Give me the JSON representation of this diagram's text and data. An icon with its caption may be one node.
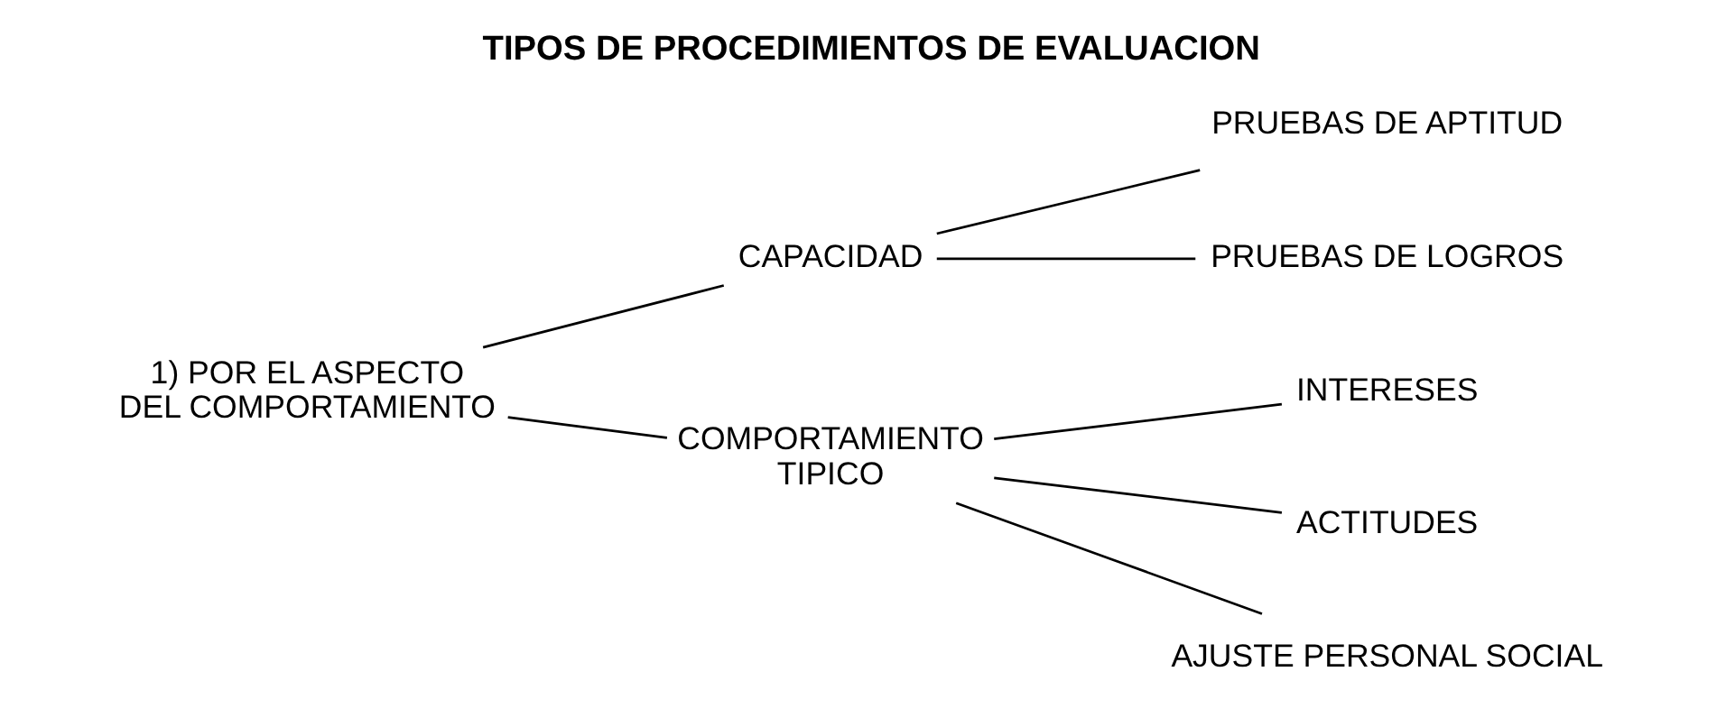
{
  "diagram": {
    "title": "TIPOS DE PROCEDIMIENTOS DE EVALUACION",
    "nodes": [
      {
        "text": [
          "1) POR EL ASPECTO DEL COMPORTAMIENTO"
        ]
      },
      {
        "text": [
          "CAPACIDAD"
        ]
      },
      {
        "text": [
          "PRUEBAS DE APTITUD"
        ]
      },
      {
        "text": [
          "PRUEBAS DE LOGROS"
        ]
      },
      {
        "text": [
          "COMPORTAMIENTO TIPICO"
        ]
      },
      {
        "text": [
          "INTERESES"
        ]
      },
      {
        "text": [
          "ACTITUDES"
        ]
      },
      {
        "text": [
          "AJUSTE PERSONAL SOCIAL"
        ]
      }
    ],
    "edges": [
      {
        "from": 0,
        "to": 1,
        "arrow": "none"
      },
      {
        "from": 0,
        "to": 4,
        "arrow": "none"
      },
      {
        "from": 1,
        "to": 2,
        "arrow": "none"
      },
      {
        "from": 1,
        "to": 3,
        "arrow": "none"
      },
      {
        "from": 4,
        "to": 5,
        "arrow": "none"
      },
      {
        "from": 4,
        "to": 6,
        "arrow": "none"
      },
      {
        "from": 4,
        "to": 7,
        "arrow": "none"
      }
    ]
  }
}
